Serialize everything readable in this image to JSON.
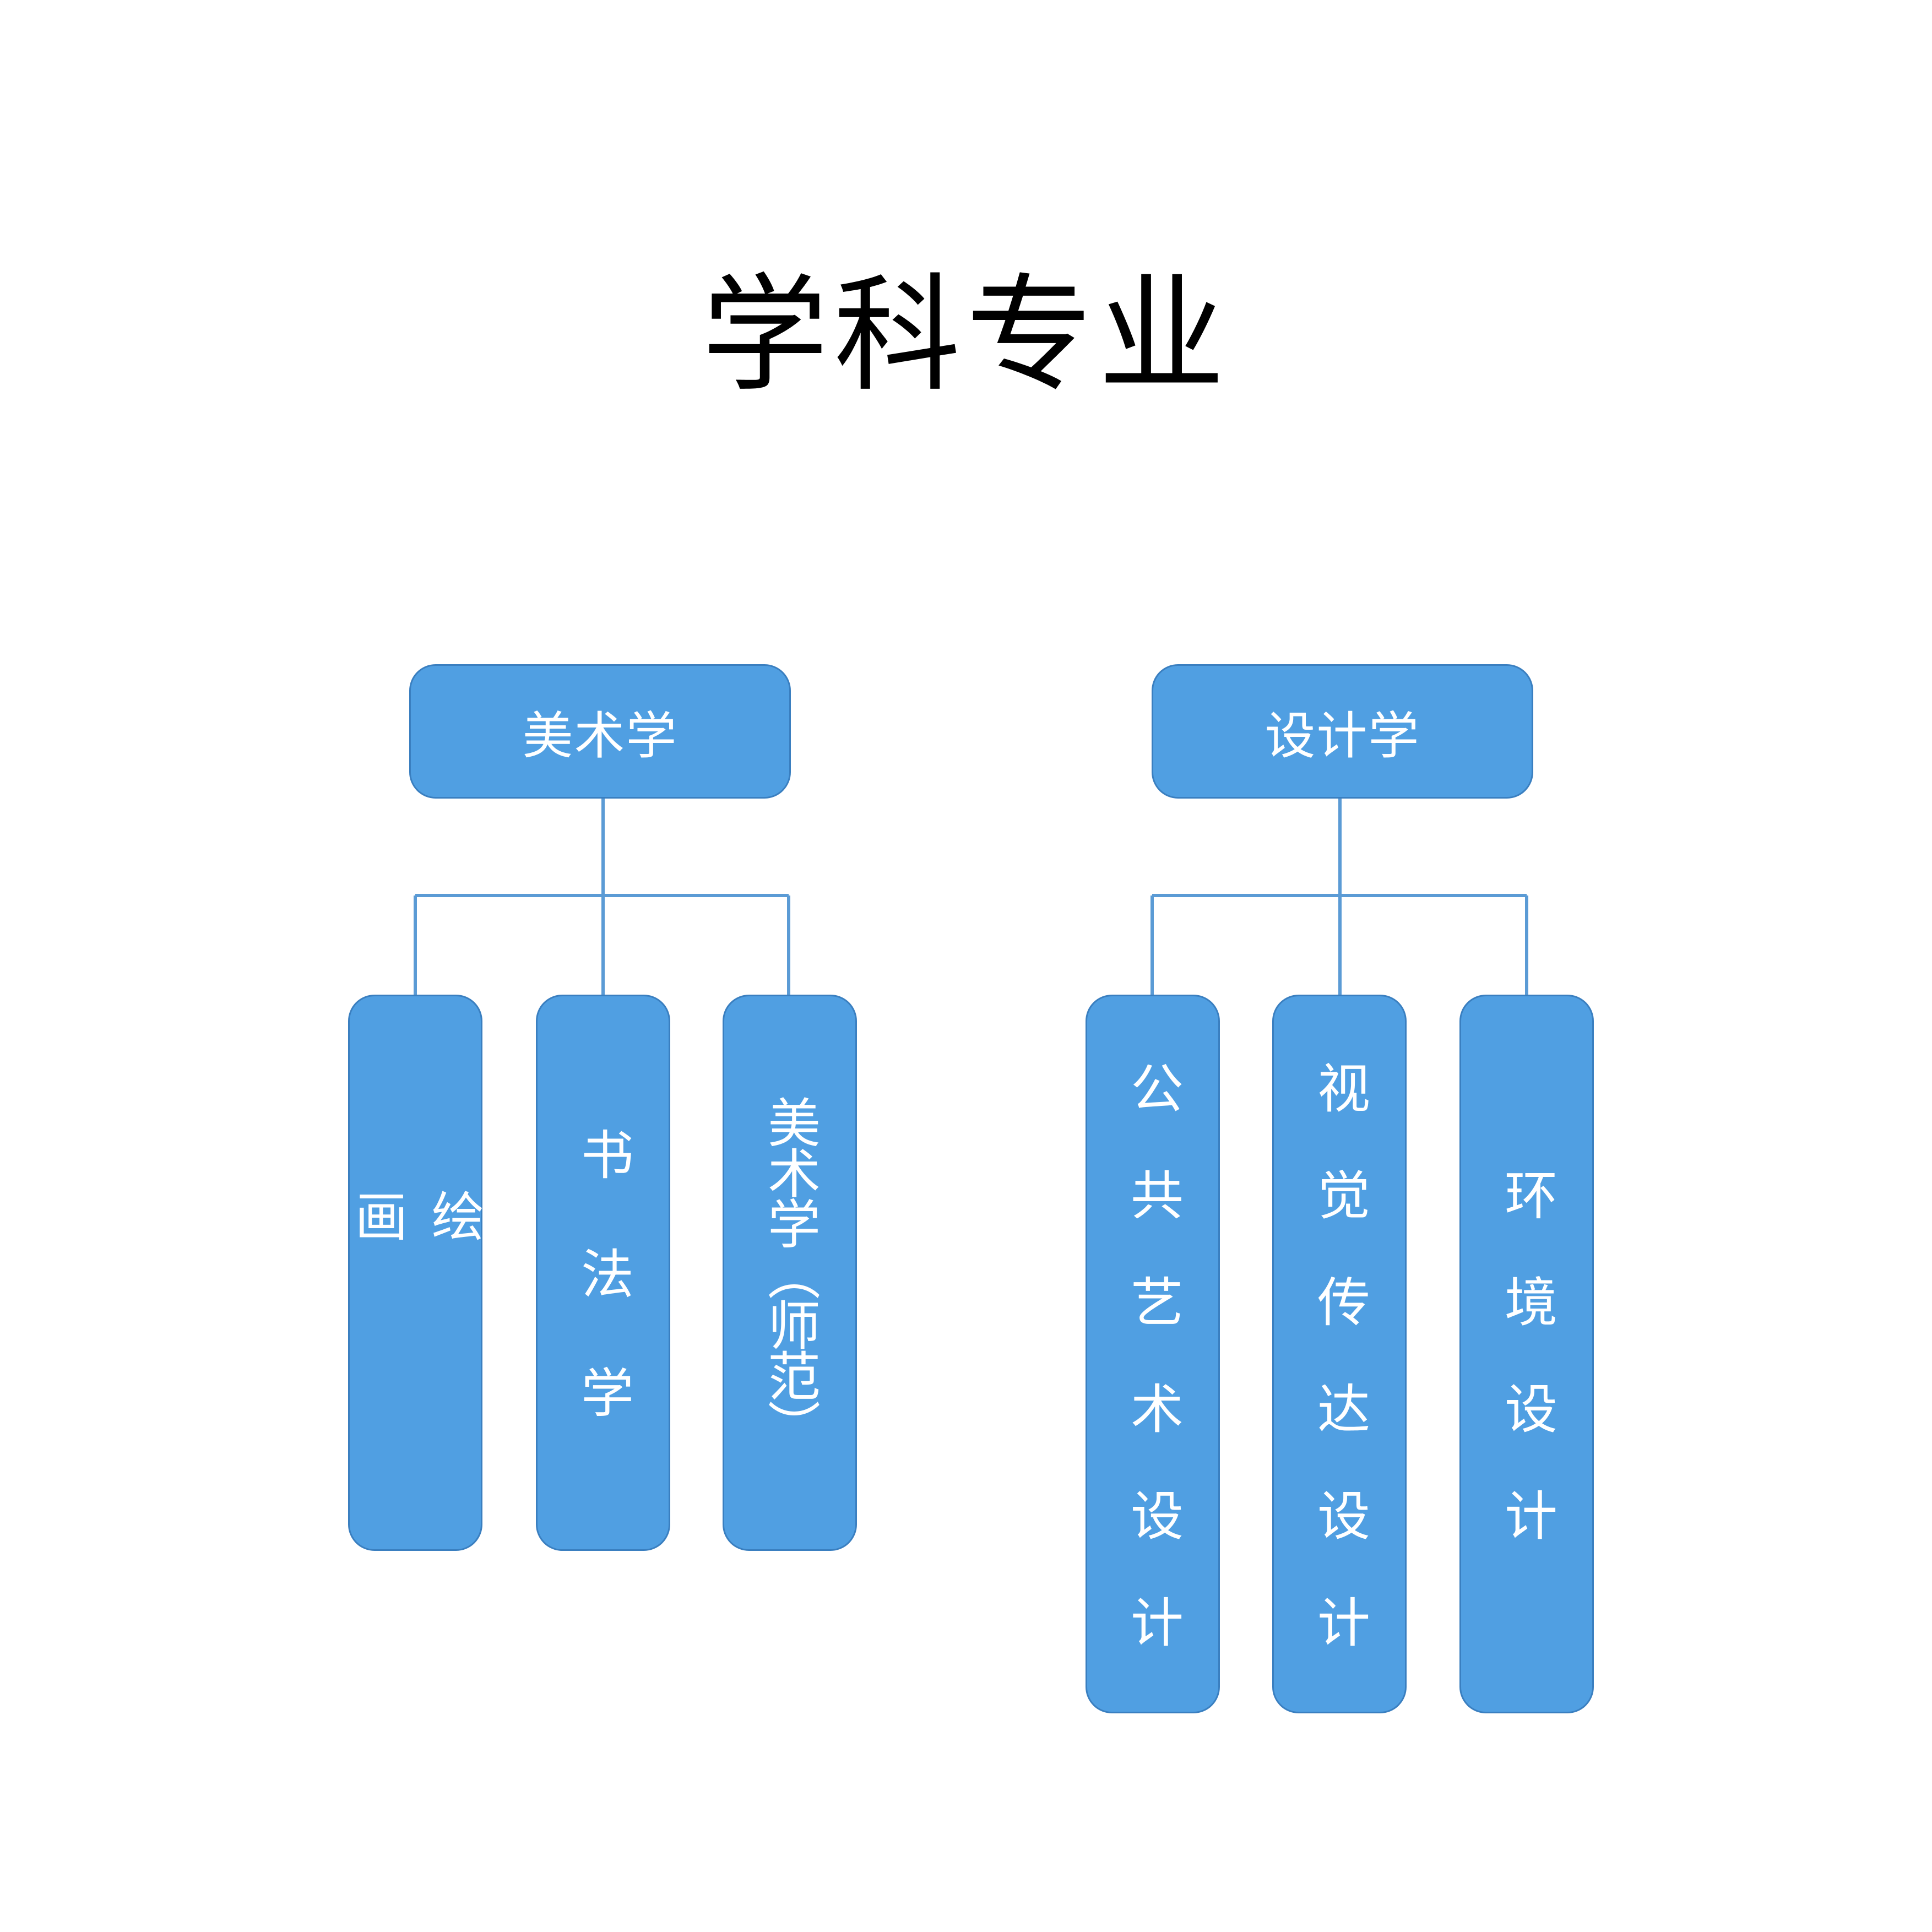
{
  "title": "学科专业",
  "colors": {
    "box_fill": "#509fe2",
    "box_border": "#3a7fc0",
    "connector": "#5b9bd5",
    "text": "#ffffff"
  },
  "groups": [
    {
      "label": "美术学",
      "children": [
        "绘画",
        "书法学",
        "美术学（师范）"
      ]
    },
    {
      "label": "设计学",
      "children": [
        "公共艺术设计",
        "视觉传达设计",
        "环境设计"
      ]
    }
  ]
}
